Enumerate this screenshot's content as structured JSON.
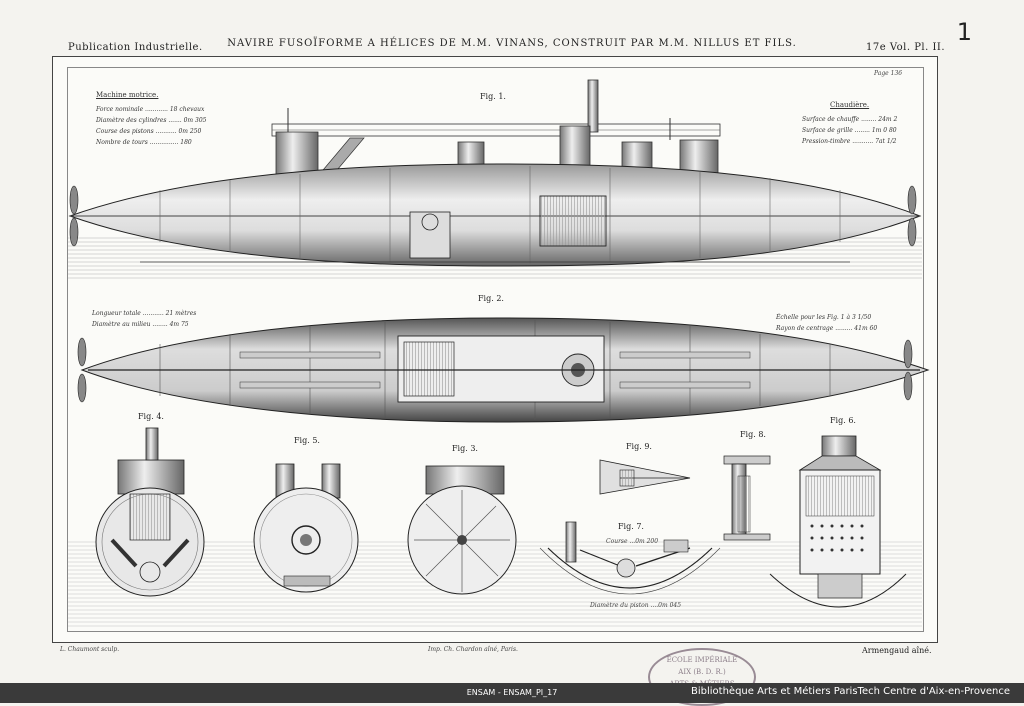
{
  "header": {
    "left": "Publication Industrielle.",
    "title": "NAVIRE FUSOÏFORME A HÉLICES DE M.M. VINANS, CONSTRUIT PAR M.M. NILLUS ET FILS.",
    "right": "17e Vol. Pl. II.",
    "page_number": "1",
    "page_ref": "Page 136"
  },
  "figures": {
    "fig1": "Fig. 1.",
    "fig2": "Fig. 2.",
    "fig3": "Fig. 3.",
    "fig4": "Fig. 4.",
    "fig5": "Fig. 5.",
    "fig6": "Fig. 6.",
    "fig7": "Fig. 7.",
    "fig8": "Fig. 8.",
    "fig9": "Fig. 9."
  },
  "machine_specs": {
    "title": "Machine motrice.",
    "rows": [
      "Force nominale ............ 18 chevaux",
      "Diamètre des cylindres ....... 0m 305",
      "Course des pistons ........... 0m 250",
      "Nombre de tours ............... 180"
    ]
  },
  "chaudiere_specs": {
    "title": "Chaudière.",
    "rows": [
      "Surface de chauffe ........ 24m 2",
      "Surface de grille ........ 1m 0 80",
      "Pression-timbre ........... 7at 1/2"
    ]
  },
  "hull_specs": {
    "rows": [
      "Longueur totale ........... 21 mètres",
      "Diamètre au milieu ........ 4m 75"
    ]
  },
  "scale_specs": {
    "rows": [
      "Échelle pour les Fig. 1 à 3  1/50",
      "Rayon de centrage ......... 41m 60"
    ]
  },
  "annotations": {
    "fig7_course": "Course ...0m 200",
    "fig7_diam": "Diamètre du piston ....0m 045"
  },
  "credits": {
    "engraver": "L. Chaumont sculp.",
    "printer": "Imp. Ch. Chardon aîné, Paris.",
    "author": "Armengaud aîné."
  },
  "stamp": {
    "line1": "ÉCOLE IMPÉRIALE",
    "line2": "AIX (B. D. R.)",
    "line3": "ARTS & MÉTIERS"
  },
  "footer": {
    "center": "ENSAM - ENSAM_PI_17",
    "right": "Bibliothèque Arts et Métiers ParisTech Centre d'Aix-en-Provence"
  }
}
